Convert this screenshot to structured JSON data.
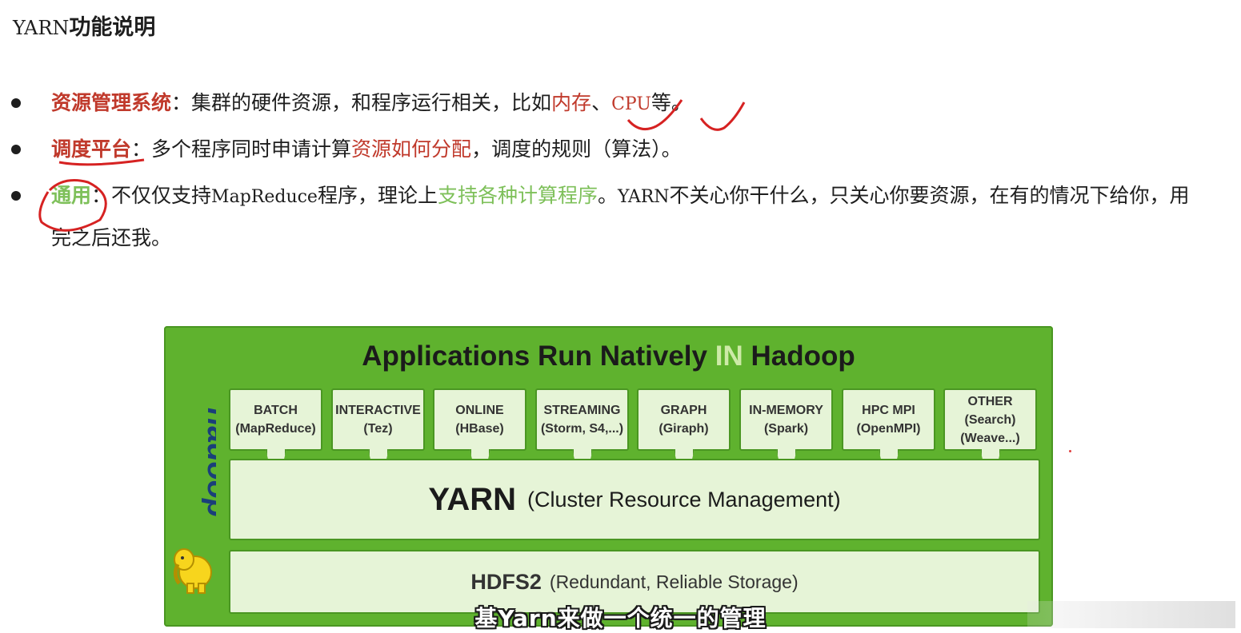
{
  "title": {
    "prefix": "YARN",
    "rest": "功能说明"
  },
  "bullets": [
    {
      "term": "资源管理系统",
      "colon": "：",
      "text1": "集群的硬件资源，和程序运行相关，比如",
      "hl1": "内存",
      "sep": "、",
      "hl2": "CPU",
      "text2": "等。"
    },
    {
      "term": "调度平台",
      "colon": "：",
      "text1": "多个程序同时申请计算",
      "hl1": "资源如何分配",
      "text2": "，调度的规则（算法）。"
    },
    {
      "term": "通用",
      "colon": "：",
      "text1": "不仅仅支持",
      "mr": "MapReduce",
      "text2": "程序，理论上",
      "hl1": "支持各种计算程序",
      "text3": "。",
      "yarn": "YARN",
      "text4": "不关心你干什么，只关心你要资源，在有的情况下给你，用完之后还我。"
    }
  ],
  "diagram": {
    "title_a": "Applications Run Natively",
    "title_in": "IN",
    "title_b": "Hadoop",
    "logo": "hadoop",
    "apps": [
      {
        "line1": "BATCH",
        "line2": "(MapReduce)"
      },
      {
        "line1": "INTERACTIVE",
        "line2": "(Tez)"
      },
      {
        "line1": "ONLINE",
        "line2": "(HBase)"
      },
      {
        "line1": "STREAMING",
        "line2": "(Storm, S4,...)"
      },
      {
        "line1": "GRAPH",
        "line2": "(Giraph)"
      },
      {
        "line1": "IN-MEMORY",
        "line2": "(Spark)"
      },
      {
        "line1": "HPC MPI",
        "line2": "(OpenMPI)"
      },
      {
        "line1": "OTHER",
        "line2": "(Search)",
        "line3": "(Weave...)"
      }
    ],
    "yarn_big": "YARN",
    "yarn_small": "(Cluster Resource Management)",
    "hdfs_big": "HDFS2",
    "hdfs_small": "(Redundant, Reliable Storage)"
  },
  "subtitle": "基Yarn来做一个统一的管理",
  "colors": {
    "red": "#c0392b",
    "green": "#7ec05a",
    "diagram_green": "#5fb22e",
    "box_fill": "#e6f4d7"
  }
}
